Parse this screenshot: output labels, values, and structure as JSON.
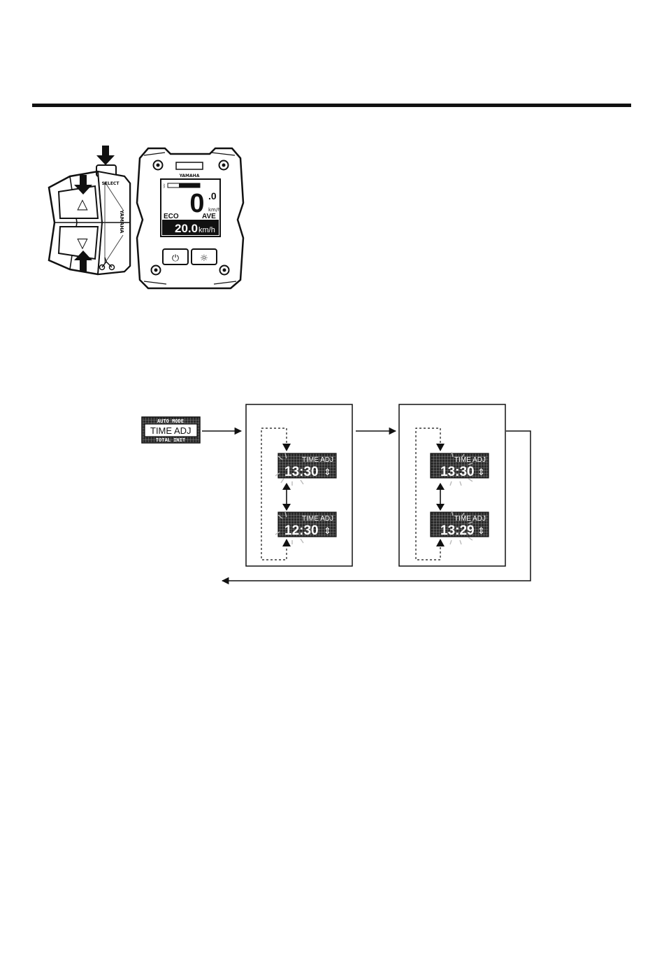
{
  "controller": {
    "brand": "YAMAHA",
    "select_label": "SELECT",
    "up_symbol": "△",
    "down_symbol": "▽"
  },
  "display": {
    "brand": "YAMAHA",
    "speed_big": "0",
    "speed_decimal": ".0",
    "speed_unit": "km/h",
    "mode": "ECO",
    "avg_label": "AVE",
    "bottom_value": "20.0",
    "bottom_unit": "km/h",
    "power_symbol": "⏻",
    "light_symbol": "☼"
  },
  "menu": {
    "prev_item": "AUTO MODE",
    "current_item": "TIME ADJ",
    "next_item": "TOTAL INIT"
  },
  "panels": [
    {
      "screens": [
        {
          "label": "TIME ADJ",
          "value": "13:30"
        },
        {
          "label": "TIME ADJ",
          "value": "12:30"
        }
      ]
    },
    {
      "screens": [
        {
          "label": "TIME ADJ",
          "value": "13:30"
        },
        {
          "label": "TIME ADJ",
          "value": "13:29"
        }
      ]
    }
  ],
  "updown_symbol": "⇕"
}
